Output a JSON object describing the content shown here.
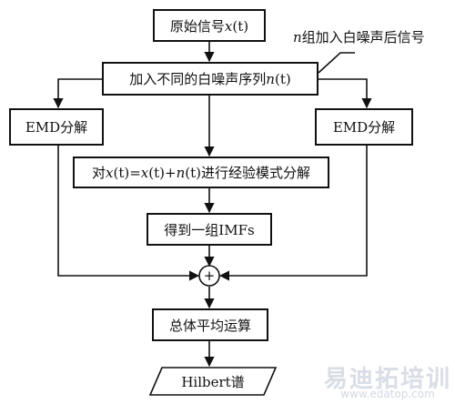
{
  "diagram": {
    "original_signal": {
      "prefix": "原始信号",
      "var": "x",
      "args": "(t)"
    },
    "annotation": {
      "var": "n",
      "text": "组加入白噪声后信号"
    },
    "add_noise": {
      "text": "加入不同的白噪声序列",
      "var": "n",
      "args": "(t)"
    },
    "emd_left": "EMD分解",
    "emd_right": "EMD分解",
    "decompose": {
      "pre": "对",
      "v1": "x",
      "a1": "(t)",
      "eq": "=",
      "v2": "x",
      "a2": "(t)+",
      "v3": "n",
      "a3": "(t)",
      "post": "进行经验模式分解"
    },
    "imfs": "得到一组IMFs",
    "sum_symbol": "+",
    "average": "总体平均运算",
    "output": "Hilbert谱"
  },
  "watermark": {
    "text": "易迪拓培训",
    "url": "www.edatop.com"
  },
  "colors": {
    "stroke": "#111111",
    "watermark": "#d9dde6"
  }
}
